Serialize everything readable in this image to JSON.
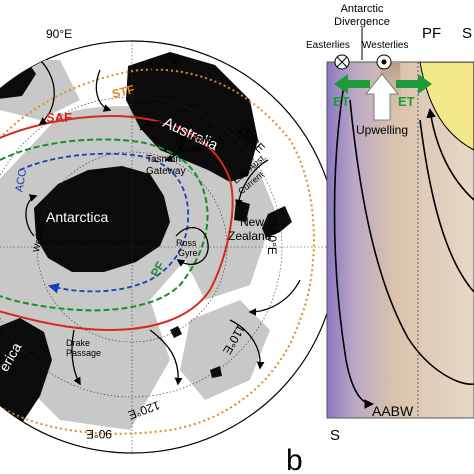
{
  "map": {
    "lon_labels": {
      "lon90e": "90°E",
      "lon120e": "120°E",
      "lon150e": "150°E",
      "lon180e": "180°E",
      "lon110e": "110°E",
      "lon120e_bottom": "120°E",
      "lon90e_bottom": "90°E"
    },
    "regions": {
      "antarctica": "Antarctica",
      "australia": "Australia",
      "new_zealand_1": "New",
      "new_zealand_2": "Zealand",
      "america": "erica"
    },
    "fronts": {
      "saf": "SAF",
      "stf": "STF",
      "pf": "PF",
      "acc": "ACC"
    },
    "currents": {
      "leeuwin_1": "Leeuwin",
      "leeuwin_2": "Current",
      "tasman_1": "Tasman",
      "tasman_2": "Gateway",
      "eac_1": "East Aust.",
      "eac_2": "Current",
      "ross_1": "Ross",
      "ross_2": "Gyre",
      "weddell": "Weddell",
      "drake_1": "Drake",
      "drake_2": "Passage"
    }
  },
  "section": {
    "title_1": "Antarctic",
    "title_2": "Divergence",
    "easterlies": "Easterlies",
    "westerlies": "Westerlies",
    "pf": "PF",
    "s_top": "S",
    "et_left": "ET",
    "et_right": "ET",
    "upwelling": "Upwelling",
    "aabw": "AABW",
    "s_bottom": "S",
    "panel_label": "b"
  },
  "colors": {
    "land": "#0b0b0b",
    "ocean_shallow": "#c8c8c8",
    "saf": "#d42a22",
    "stf": "#e08a1e",
    "pf": "#1c8c2a",
    "acc": "#1f3fb0",
    "et_arrow": "#1f9a3a",
    "aabw_water": "#8a7fc4",
    "deep_water": "#d8c4b0",
    "surface_water": "#f3e88a"
  }
}
